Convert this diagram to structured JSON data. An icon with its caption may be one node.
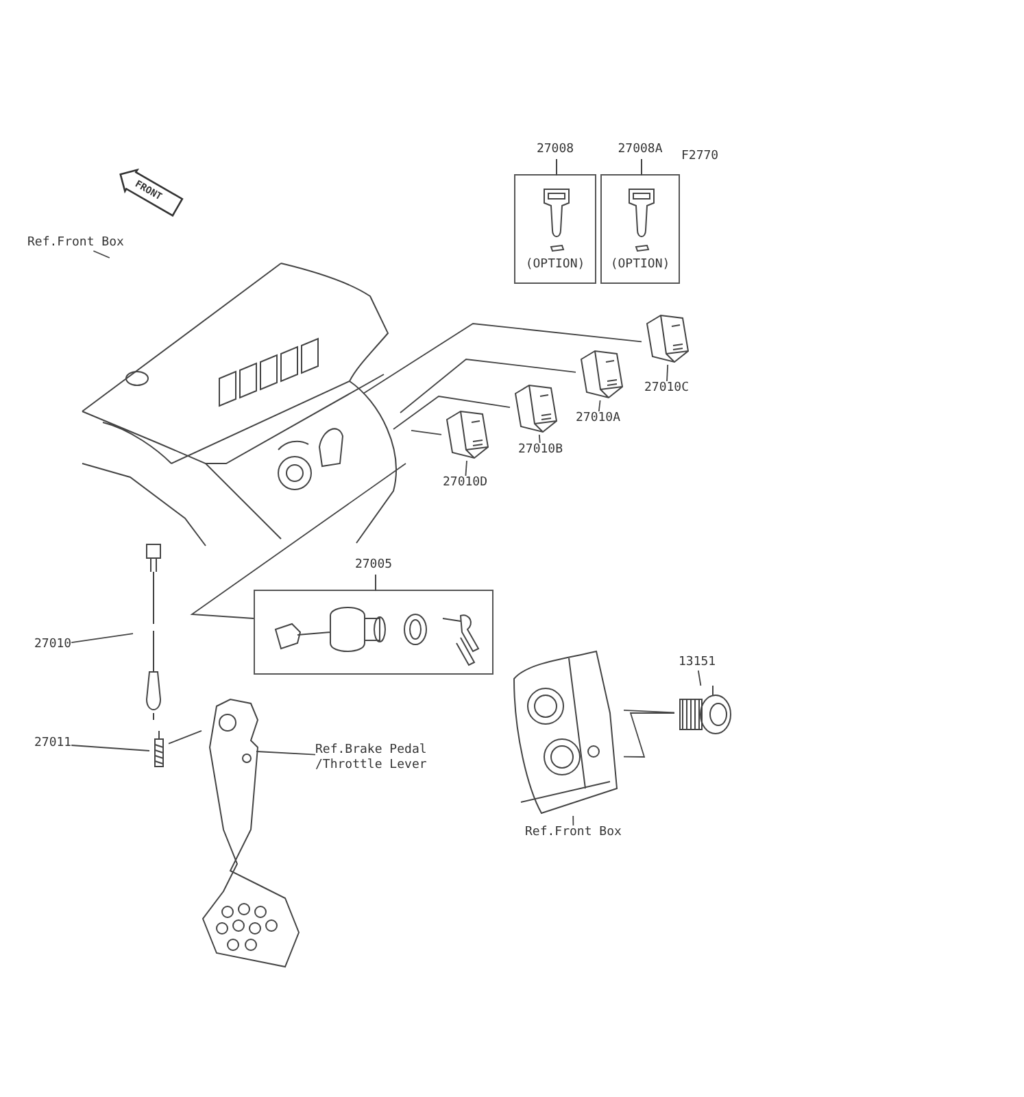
{
  "diagram": {
    "nodes": [
      {
        "text": [
          "27008",
          "(OPTION)"
        ]
      },
      {
        "text": [
          "27008A",
          "(OPTION)"
        ]
      },
      {
        "text": [
          "Ref.Front Box"
        ]
      },
      {
        "text": [],
        "shape": "picture"
      },
      {
        "text": [
          "27010C"
        ]
      },
      {
        "text": [],
        "shape": "picture"
      },
      {
        "text": [
          "27010A"
        ]
      },
      {
        "text": [],
        "shape": "picture"
      },
      {
        "text": [
          "27010B"
        ]
      },
      {
        "text": [],
        "shape": "picture"
      },
      {
        "text": [
          "27010D"
        ]
      },
      {
        "text": [],
        "shape": "picture"
      },
      {
        "text": [
          "27005"
        ]
      },
      {
        "text": [
          "27010"
        ]
      },
      {
        "text": [],
        "shape": "picture"
      },
      {
        "text": [
          "27011"
        ]
      },
      {
        "text": [],
        "shape": "picture"
      },
      {
        "text": [
          "Ref.Brake Pedal /Throttle Lever"
        ]
      },
      {
        "text": [],
        "shape": "picture"
      },
      {
        "text": [
          "13151"
        ]
      },
      {
        "text": [],
        "shape": "picture"
      },
      {
        "text": [],
        "shape": "picture"
      },
      {
        "text": [
          "Ref.Front Box"
        ]
      }
    ],
    "edges": [
      {
        "from": 2,
        "to": 3,
        "arrow": "none"
      },
      {
        "from": 4,
        "to": 5,
        "arrow": "none"
      },
      {
        "from": 6,
        "to": 7,
        "arrow": "none"
      },
      {
        "from": 8,
        "to": 9,
        "arrow": "none"
      },
      {
        "from": 10,
        "to": 11,
        "arrow": "none"
      },
      {
        "from": 5,
        "to": 3,
        "arrow": "none"
      },
      {
        "from": 7,
        "to": 3,
        "arrow": "none"
      },
      {
        "from": 9,
        "to": 3,
        "arrow": "none"
      },
      {
        "from": 11,
        "to": 3,
        "arrow": "none"
      },
      {
        "from": 12,
        "to": 3,
        "arrow": "none"
      },
      {
        "from": 13,
        "to": 14,
        "arrow": "none"
      },
      {
        "from": 15,
        "to": 16,
        "arrow": "none"
      },
      {
        "from": 16,
        "to": 18,
        "arrow": "none"
      },
      {
        "from": 17,
        "to": 18,
        "arrow": "none"
      },
      {
        "from": 19,
        "to": 20,
        "arrow": "none"
      },
      {
        "from": 20,
        "to": 21,
        "arrow": "none"
      },
      {
        "from": 20,
        "to": 21,
        "arrow": "none"
      },
      {
        "from": 22,
        "to": 21,
        "arrow": "none"
      }
    ],
    "labels": [
      "FRONT",
      "F2770"
    ]
  }
}
